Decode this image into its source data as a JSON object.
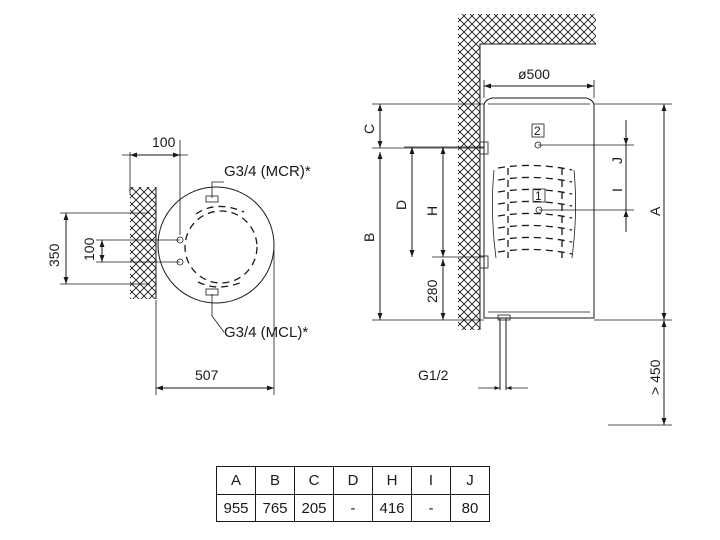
{
  "top_view": {
    "dim_width_top": "100",
    "dim_height": "350",
    "dim_inner": "100",
    "dim_depth": "507",
    "label_top": "G3/4 (MCR)*",
    "label_bottom": "G3/4 (MCL)*"
  },
  "side_view": {
    "diameter": "ø500",
    "dims": {
      "A": "A",
      "B": "B",
      "C": "C",
      "D": "D",
      "H": "H",
      "I": "I",
      "J": "J",
      "bottom_offset": "280",
      "outlet": "G1/2",
      "clearance": "> 450"
    },
    "markers": {
      "m1": "1",
      "m2": "2"
    }
  },
  "table": {
    "headers": [
      "A",
      "B",
      "C",
      "D",
      "H",
      "I",
      "J"
    ],
    "values": [
      "955",
      "765",
      "205",
      "-",
      "416",
      "-",
      "80"
    ]
  }
}
